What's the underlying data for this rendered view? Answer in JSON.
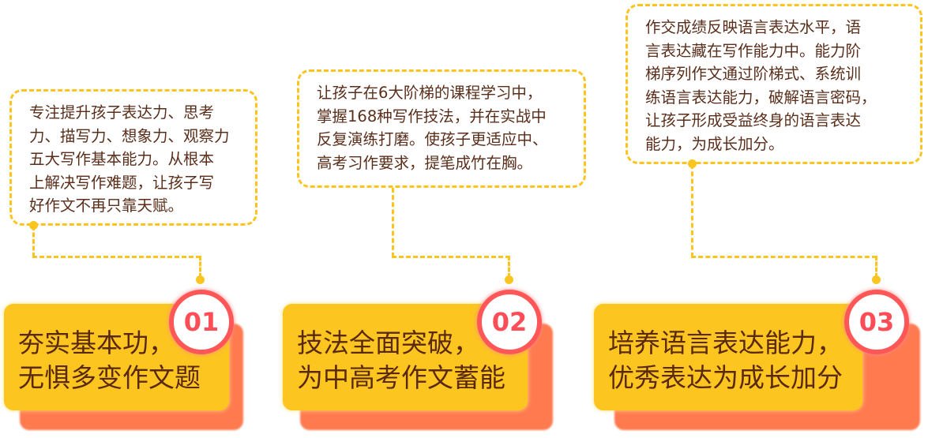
{
  "items": [
    {
      "number": "01",
      "title": [
        "夯实基本功，",
        "无惧多变作文题"
      ],
      "description": [
        "专注提升孩子表达力、思考",
        "力、描写力、想象力、观察力",
        "五大写作基本能力。从根本",
        "上解决写作难题，让孩子写",
        "好作文不再只靠天赋。"
      ]
    },
    {
      "number": "02",
      "title": [
        "技法全面突破，",
        "为中高考作文蓄能"
      ],
      "description": [
        "让孩子在6大阶梯的课程学习中，",
        "掌握168种写作技法，并在实战中",
        "反复演练打磨。使孩子更适应中、",
        "高考习作要求，提笔成竹在胸。"
      ]
    },
    {
      "number": "03",
      "title": [
        "培养语言表达能力，",
        "优秀表达为成长加分"
      ],
      "description": [
        "作交成绩反映语言表达水平，语",
        "言表达藏在写作能力中。能力阶",
        "梯序列作文通过阶梯式、系统训",
        "练语言表达能力，破解语言密码，",
        "让孩子形成受益终身的语言表达",
        "能力，为成长加分。"
      ]
    }
  ],
  "colors": {
    "yellow": "#fdc520",
    "orange": "#ff7a4f",
    "red": "#ff4d57",
    "text": "#5a2e1a"
  }
}
